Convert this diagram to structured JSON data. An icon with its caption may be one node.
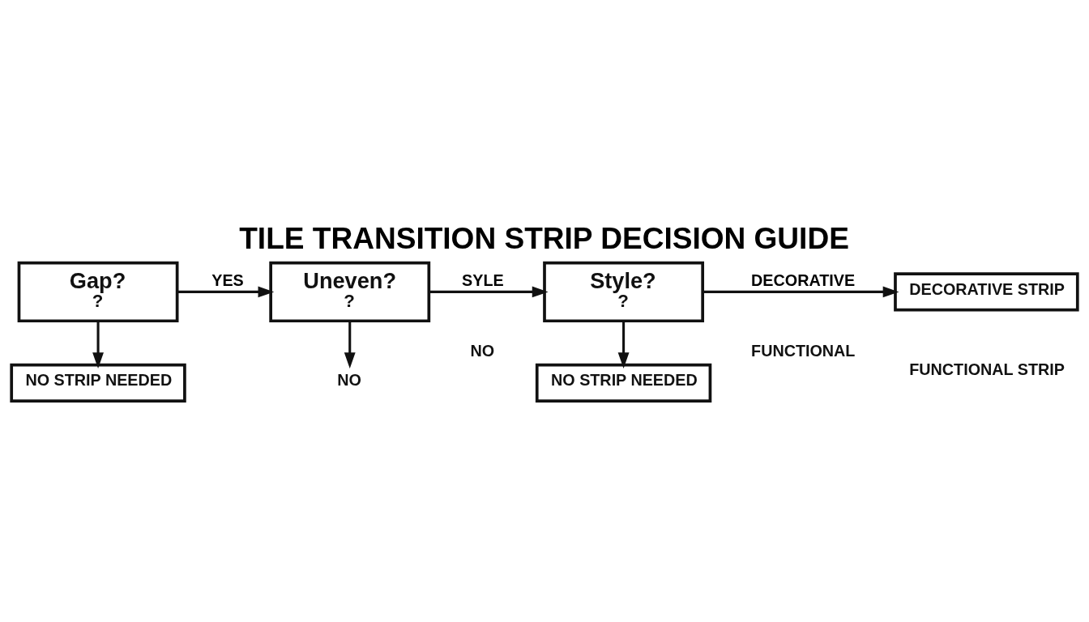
{
  "diagram": {
    "title": "TILE TRANSITION STRIP DECISION GUIDE",
    "nodes": [
      {
        "text": [
          "Gap?",
          "?"
        ]
      },
      {
        "text": [
          "NO STRIP NEEDED"
        ]
      },
      {
        "text": [
          "Uneven?",
          "?"
        ]
      },
      {
        "text": [
          "NO"
        ]
      },
      {
        "text": [
          "Style?",
          "?"
        ]
      },
      {
        "text": [
          "NO STRIP NEEDED"
        ]
      },
      {
        "text": [
          "DECORATIVE STRIP"
        ]
      }
    ],
    "edges": [
      {
        "from": 0,
        "to": 1,
        "arrow": "to"
      },
      {
        "from": 0,
        "to": 2,
        "arrow": "to",
        "label": "YES"
      },
      {
        "from": 2,
        "to": 3,
        "arrow": "to"
      },
      {
        "from": 2,
        "to": 4,
        "arrow": "to",
        "label": "SYLE"
      },
      {
        "from": 4,
        "to": 5,
        "arrow": "to"
      },
      {
        "from": 4,
        "to": 6,
        "arrow": "to",
        "label": "DECORATIVE"
      }
    ],
    "labels": [
      "NO",
      "FUNCTIONAL",
      "FUNCTIONAL STRIP"
    ]
  }
}
